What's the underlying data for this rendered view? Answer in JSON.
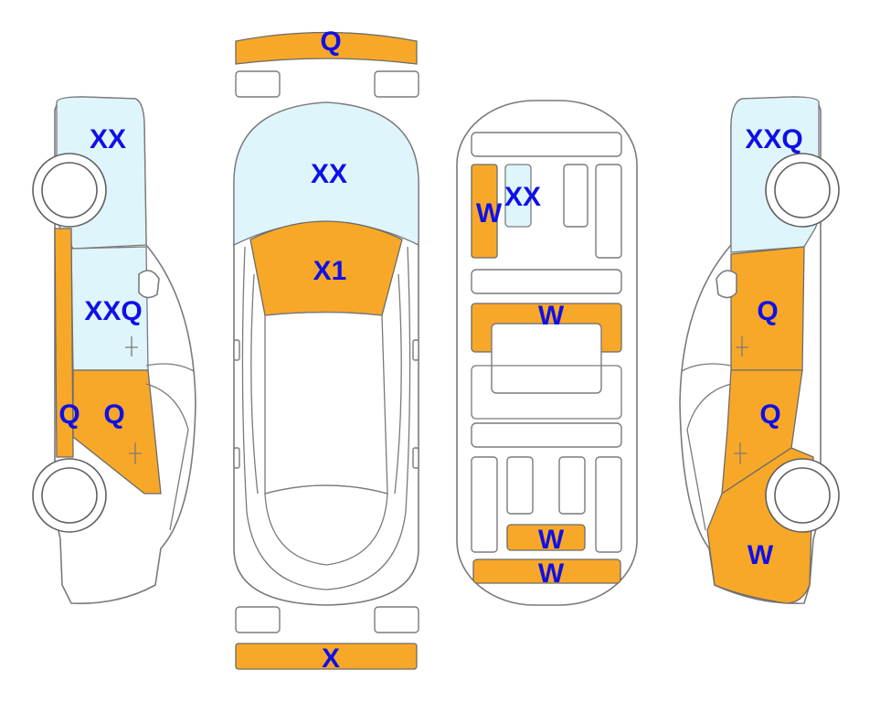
{
  "colors": {
    "damage_fill": "#f8a828",
    "glass_fill": "#dff5fc",
    "label_color": "#1010e6",
    "outline": "#7a7a7a"
  },
  "labels": {
    "front_bumper": "Q",
    "rear_bumper": "X",
    "windshield": "XX",
    "hood": "X1",
    "left_front_window": "XX",
    "left_rear_window": "XXQ",
    "left_rear_pillar": "Q",
    "left_rear_door": "Q",
    "top_left_rail": "W",
    "sunroof": "XX",
    "roof": "W",
    "trunk_lid": "W",
    "rear_panel": "W",
    "right_front_window": "XXQ",
    "right_front_door": "Q",
    "right_rear_door": "Q",
    "right_rear_quarter": "W"
  }
}
